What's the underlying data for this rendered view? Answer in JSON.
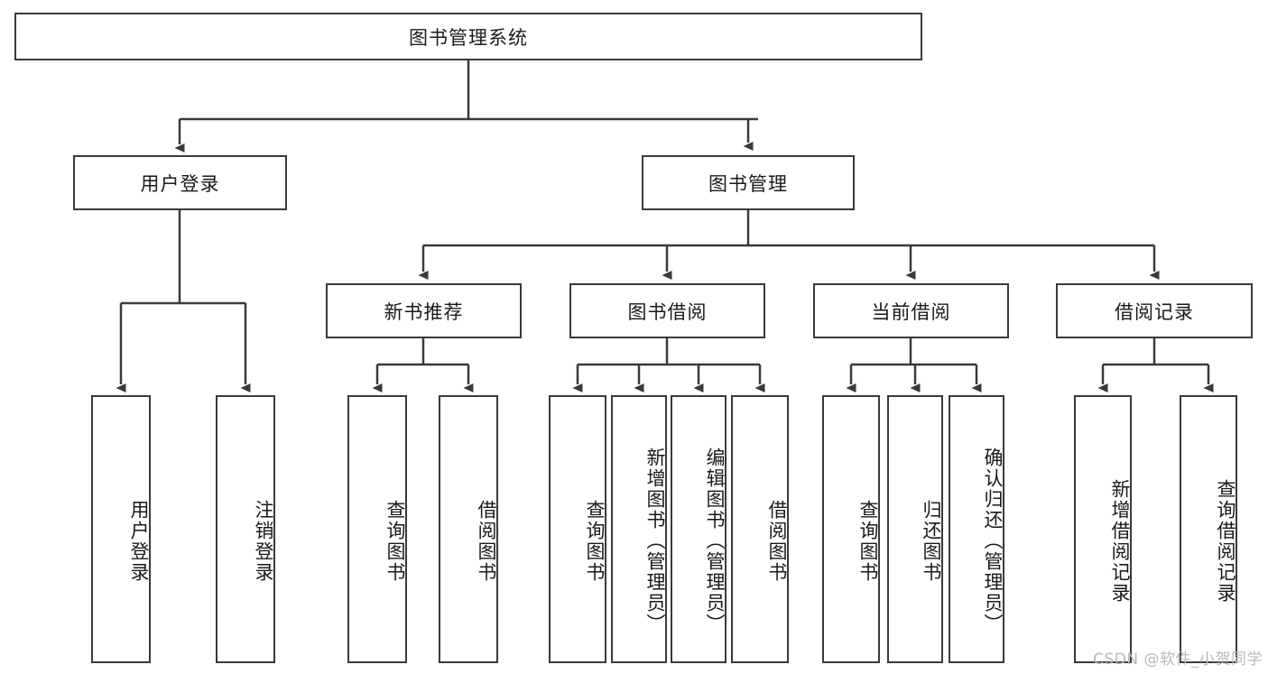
{
  "diagram": {
    "type": "tree-hierarchy",
    "title": "图书管理系统",
    "root": {
      "label": "图书管理系统"
    },
    "level2": [
      {
        "id": "user-login",
        "label": "用户登录"
      },
      {
        "id": "book-manage",
        "label": "图书管理"
      }
    ],
    "level3": [
      {
        "id": "new-book-recommend",
        "label": "新书推荐",
        "parent": "book-manage"
      },
      {
        "id": "book-borrow",
        "label": "图书借阅",
        "parent": "book-manage"
      },
      {
        "id": "current-borrow",
        "label": "当前借阅",
        "parent": "book-manage"
      },
      {
        "id": "borrow-record",
        "label": "借阅记录",
        "parent": "book-manage"
      }
    ],
    "leaves": {
      "user_login": [
        {
          "id": "leaf-user-login",
          "label": "用户登录"
        },
        {
          "id": "leaf-user-logout",
          "label": "注销登录"
        }
      ],
      "new_book_recommend": [
        {
          "id": "leaf-query-book-1",
          "label": "查询图书"
        },
        {
          "id": "leaf-borrow-book-1",
          "label": "借阅图书"
        }
      ],
      "book_borrow": [
        {
          "id": "leaf-query-book-2",
          "label": "查询图书"
        },
        {
          "id": "leaf-add-book",
          "label": "新增图书（管理员）"
        },
        {
          "id": "leaf-edit-book",
          "label": "编辑图书（管理员）"
        },
        {
          "id": "leaf-borrow-book-2",
          "label": "借阅图书"
        }
      ],
      "current_borrow": [
        {
          "id": "leaf-query-book-3",
          "label": "查询图书"
        },
        {
          "id": "leaf-return-book",
          "label": "归还图书"
        },
        {
          "id": "leaf-confirm-return",
          "label": "确认归还（管理员）"
        }
      ],
      "borrow_record": [
        {
          "id": "leaf-add-record",
          "label": "新增借阅记录"
        },
        {
          "id": "leaf-query-record",
          "label": "查询借阅记录"
        }
      ]
    }
  },
  "watermark": {
    "text": "CSDN @软件_小贺同学"
  },
  "colors": {
    "stroke": "#3a3a3a",
    "background": "#ffffff",
    "text": "#1a1a1a",
    "watermark": "#b9b9b9"
  }
}
